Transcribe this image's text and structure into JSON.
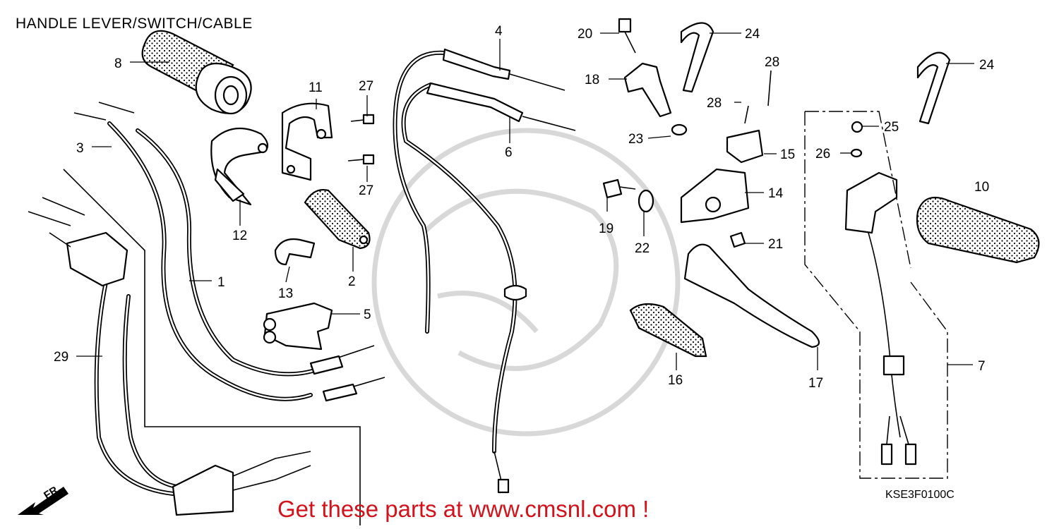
{
  "diagram": {
    "title": "HANDLE LEVER/SWITCH/CABLE",
    "diagram_code": "KSE3F0100C",
    "front_marker": "FR.",
    "promo_banner": "Get these parts at www.cmsnl.com !",
    "callouts": [
      {
        "id": "c1",
        "label": "1"
      },
      {
        "id": "c2",
        "label": "2"
      },
      {
        "id": "c3",
        "label": "3"
      },
      {
        "id": "c4",
        "label": "4"
      },
      {
        "id": "c5",
        "label": "5"
      },
      {
        "id": "c6",
        "label": "6"
      },
      {
        "id": "c7",
        "label": "7"
      },
      {
        "id": "c8",
        "label": "8"
      },
      {
        "id": "c10",
        "label": "10"
      },
      {
        "id": "c11",
        "label": "11"
      },
      {
        "id": "c12",
        "label": "12"
      },
      {
        "id": "c13",
        "label": "13"
      },
      {
        "id": "c14",
        "label": "14"
      },
      {
        "id": "c15",
        "label": "15"
      },
      {
        "id": "c16",
        "label": "16"
      },
      {
        "id": "c17",
        "label": "17"
      },
      {
        "id": "c18",
        "label": "18"
      },
      {
        "id": "c19",
        "label": "19"
      },
      {
        "id": "c20",
        "label": "20"
      },
      {
        "id": "c21",
        "label": "21"
      },
      {
        "id": "c22",
        "label": "22"
      },
      {
        "id": "c23",
        "label": "23"
      },
      {
        "id": "c24a",
        "label": "24"
      },
      {
        "id": "c24b",
        "label": "24"
      },
      {
        "id": "c25",
        "label": "25"
      },
      {
        "id": "c26",
        "label": "26"
      },
      {
        "id": "c27a",
        "label": "27"
      },
      {
        "id": "c27b",
        "label": "27"
      },
      {
        "id": "c28a",
        "label": "28"
      },
      {
        "id": "c28b",
        "label": "28"
      },
      {
        "id": "c29",
        "label": "29"
      }
    ]
  },
  "colors": {
    "line": "#000000",
    "banner": "#d3121b",
    "watermark": "#d8d8d8",
    "background": "#ffffff"
  },
  "icons": [
    "front-arrow-icon"
  ]
}
